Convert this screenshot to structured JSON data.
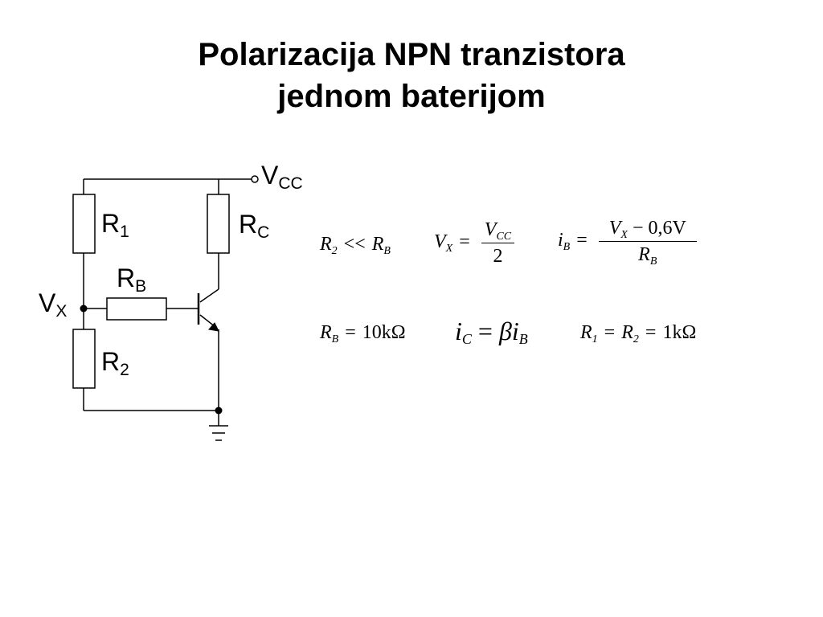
{
  "title": {
    "line1": "Polarizacija NPN tranzistora",
    "line2": "jednom baterijom"
  },
  "circuit": {
    "vcc": {
      "main": "V",
      "sub": "CC"
    },
    "r1": {
      "main": "R",
      "sub": "1"
    },
    "rc": {
      "main": "R",
      "sub": "C"
    },
    "rb": {
      "main": "R",
      "sub": "B"
    },
    "vx": {
      "main": "V",
      "sub": "X"
    },
    "r2": {
      "main": "R",
      "sub": "2"
    }
  },
  "equations": {
    "cond": {
      "lhs": "R",
      "lhs_sub": "2",
      "op": "<<",
      "rhs": "R",
      "rhs_sub": "B"
    },
    "vx": {
      "lhs": "V",
      "lhs_sub": "X",
      "op": "=",
      "num": "V",
      "num_sub": "CC",
      "den": "2"
    },
    "ib": {
      "lhs": "i",
      "lhs_sub": "B",
      "op": "=",
      "num_v": "V",
      "num_sub": "X",
      "num_rest": "− 0,6V",
      "den": "R",
      "den_sub": "B"
    },
    "rb_val": {
      "lhs": "R",
      "lhs_sub": "B",
      "op": "=",
      "value": "10",
      "unit": "kΩ"
    },
    "ic": {
      "lhs": "i",
      "lhs_sub": "C",
      "op": "=",
      "beta": "β",
      "rhs": "i",
      "rhs_sub": "B"
    },
    "r12": {
      "a": "R",
      "a_sub": "1",
      "op1": "=",
      "b": "R",
      "b_sub": "2",
      "op2": "=",
      "value": "1",
      "unit": "kΩ"
    }
  },
  "colors": {
    "ink": "#000000",
    "background": "#ffffff"
  }
}
